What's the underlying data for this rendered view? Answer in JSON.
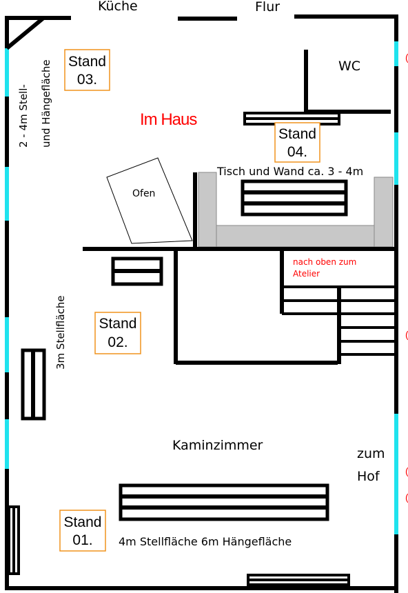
{
  "rooms": {
    "kitchen": "Küche",
    "hallway": "Flur",
    "wc": "WC",
    "house_title": "Im Haus",
    "oven": "Ofen",
    "fireplace_room": "Kaminzimmer",
    "to_yard_line1": "zum",
    "to_yard_line2": "Hof",
    "upstairs_line1": "nach oben zum",
    "upstairs_line2": "Atelier"
  },
  "notes": {
    "left_wall_line1": "2 - 4m Stell-",
    "left_wall_line2": "und Hängefläche",
    "table_wall": "Tisch und Wand ca. 3 - 4m",
    "stand02_area": "3m  Stellfläche",
    "stand01_area": "4m Stellfläche 6m Hängefläche"
  },
  "stands": [
    {
      "line1": "Stand",
      "line2": "03."
    },
    {
      "line1": "Stand",
      "line2": "04."
    },
    {
      "line1": "Stand",
      "line2": "02."
    },
    {
      "line1": "Stand",
      "line2": "01."
    }
  ],
  "colors": {
    "wall": "#000000",
    "window": "#1fe3ee",
    "stand_border": "#f0921c",
    "title_red": "#ff0000",
    "counter_gray": "#c8c8c8"
  }
}
